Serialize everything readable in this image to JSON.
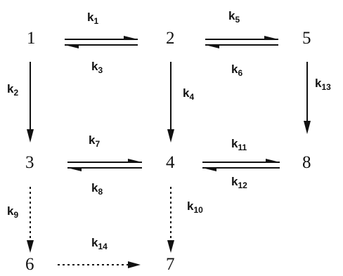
{
  "nodes": {
    "n1": "1",
    "n2": "2",
    "n5": "5",
    "n3": "3",
    "n4": "4",
    "n8": "8",
    "n6": "6",
    "n7": "7"
  },
  "rates": {
    "k1": {
      "base": "k",
      "sub": "1"
    },
    "k2": {
      "base": "k",
      "sub": "2"
    },
    "k3": {
      "base": "k",
      "sub": "3"
    },
    "k4": {
      "base": "k",
      "sub": "4"
    },
    "k5": {
      "base": "k",
      "sub": "5"
    },
    "k6": {
      "base": "k",
      "sub": "6"
    },
    "k7": {
      "base": "k",
      "sub": "7"
    },
    "k8": {
      "base": "k",
      "sub": "8"
    },
    "k9": {
      "base": "k",
      "sub": "9"
    },
    "k10": {
      "base": "k",
      "sub": "10"
    },
    "k11": {
      "base": "k",
      "sub": "11"
    },
    "k12": {
      "base": "k",
      "sub": "12"
    },
    "k13": {
      "base": "k",
      "sub": "13"
    },
    "k14": {
      "base": "k",
      "sub": "14"
    }
  }
}
